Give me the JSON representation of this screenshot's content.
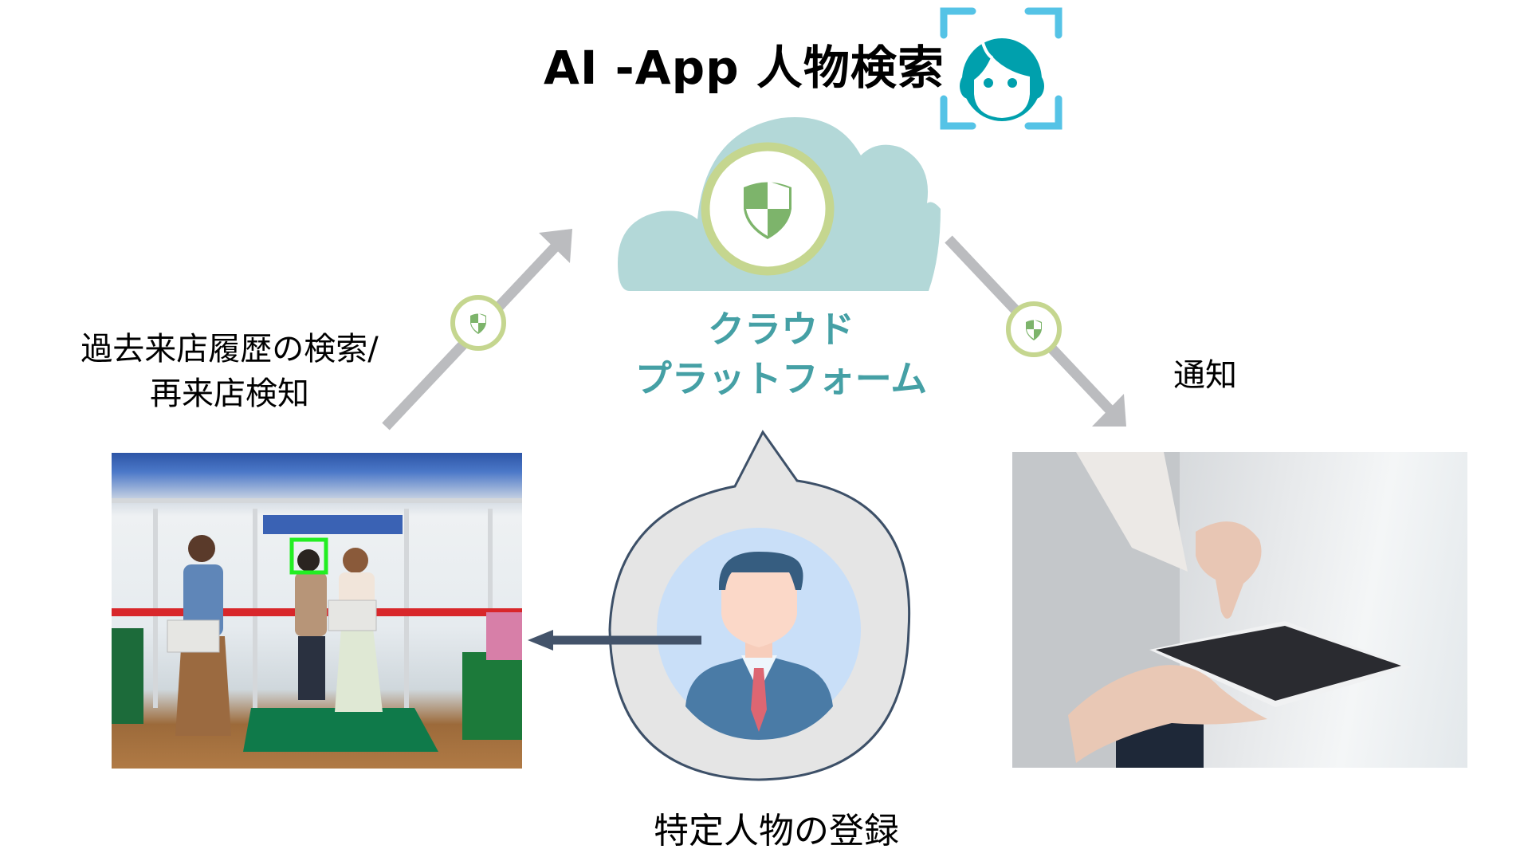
{
  "title": {
    "text": "AI -App  人物検索",
    "icon": "face-recognition-icon",
    "icon_colors": {
      "face": "#00a0ad",
      "frame": "#55c3e6"
    }
  },
  "cloud": {
    "icon": "cloud-security-icon",
    "label_line1": "クラウド",
    "label_line2": "プラットフォーム",
    "colors": {
      "cloud": "#b3d8d8",
      "ring": "#c5d68f",
      "shield": "#7db46b",
      "label": "#45a0a5"
    }
  },
  "flows": {
    "upload": {
      "direction": "store-to-cloud",
      "badge_icon": "shield-icon",
      "arrow_color": "#bbbcbf"
    },
    "notify": {
      "direction": "cloud-to-phone",
      "badge_icon": "shield-icon",
      "arrow_color": "#bbbcbf"
    },
    "register": {
      "direction": "person-to-store",
      "arrow_color": "#43536a"
    }
  },
  "labels": {
    "left_line1": "過去来店履歴の検索/",
    "left_line2": "再来店検知",
    "right": "通知",
    "bottom": "特定人物の登録"
  },
  "photos": {
    "store": {
      "description": "store-entrance-camera-view",
      "detection_box_color": "#22ee22"
    },
    "phone": {
      "description": "hand-using-smartphone"
    }
  },
  "person_bubble": {
    "icon": "businessman-avatar-icon",
    "colors": {
      "bubble": "#e5e5e5",
      "outline": "#3d5068",
      "disc": "#c9dff8",
      "suit": "#4a7ba6",
      "hair": "#365d80",
      "tie": "#dd6672"
    }
  }
}
